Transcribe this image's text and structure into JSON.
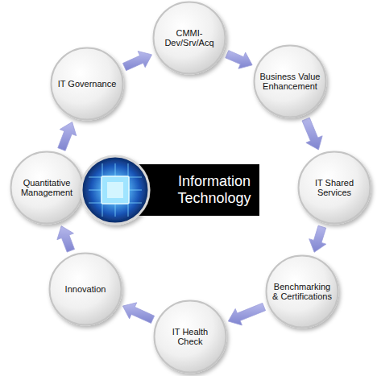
{
  "diagram": {
    "nodes": [
      {
        "text": [
          "Information Technology"
        ]
      },
      {
        "text": [
          "CMMI-Dev/Srv/Acq"
        ]
      },
      {
        "text": [
          "Business Value Enhancement"
        ]
      },
      {
        "text": [
          "IT Shared Services"
        ]
      },
      {
        "text": [
          "Benchmarking & Certifications"
        ]
      },
      {
        "text": [
          "IT Health Check"
        ]
      },
      {
        "text": [
          "Innovation"
        ]
      },
      {
        "text": [
          "Quantitative Management"
        ]
      },
      {
        "text": [
          "IT Governance"
        ]
      }
    ],
    "edges": [
      {
        "from": 1,
        "to": 2,
        "arrow": "to"
      },
      {
        "from": 2,
        "to": 3,
        "arrow": "to"
      },
      {
        "from": 3,
        "to": 4,
        "arrow": "to"
      },
      {
        "from": 4,
        "to": 5,
        "arrow": "to"
      },
      {
        "from": 5,
        "to": 6,
        "arrow": "to"
      },
      {
        "from": 6,
        "to": 7,
        "arrow": "to"
      },
      {
        "from": 7,
        "to": 8,
        "arrow": "to"
      },
      {
        "from": 8,
        "to": 1,
        "arrow": "to"
      }
    ]
  }
}
